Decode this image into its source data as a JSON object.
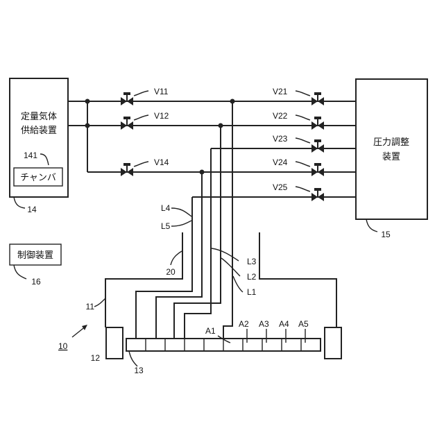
{
  "devices": {
    "supply_line1": "定量気体",
    "supply_line2": "供給装置",
    "supply_ref": "14",
    "chamber_ref": "141",
    "chamber_label": "チャンバ",
    "pressure_line1": "圧力調整",
    "pressure_line2": "装置",
    "pressure_ref": "15",
    "control_label": "制御装置",
    "control_ref": "16"
  },
  "valves": {
    "v11": "V11",
    "v12": "V12",
    "v14": "V14",
    "v21": "V21",
    "v22": "V22",
    "v23": "V23",
    "v24": "V24",
    "v25": "V25"
  },
  "lines": {
    "l1": "L1",
    "l2": "L2",
    "l3": "L3",
    "l4": "L4",
    "l5": "L5"
  },
  "apparatus": {
    "ref_10": "10",
    "ref_11": "11",
    "ref_12": "12",
    "ref_13": "13",
    "ref_20": "20",
    "a1": "A1",
    "a2": "A2",
    "a3": "A3",
    "a4": "A4",
    "a5": "A5"
  }
}
